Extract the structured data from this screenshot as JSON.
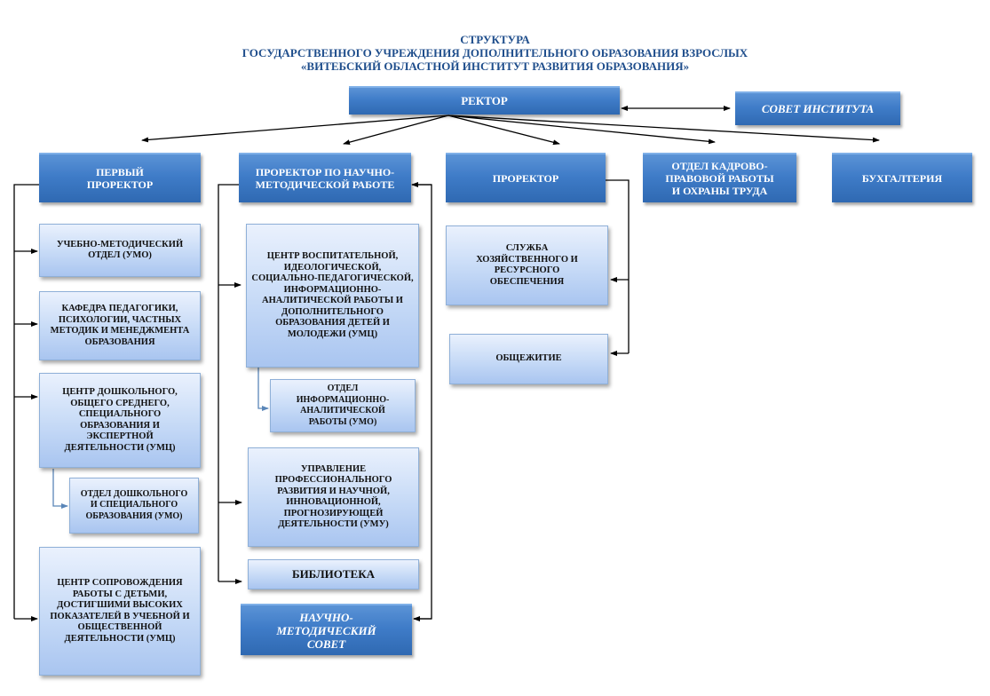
{
  "title": {
    "line1": "СТРУКТУРА",
    "line2": "ГОСУДАРСТВЕННОГО УЧРЕЖДЕНИЯ ДОПОЛНИТЕЛЬНОГО ОБРАЗОВАНИЯ ВЗРОСЛЫХ",
    "line3": "«ВИТЕБСКИЙ ОБЛАСТНОЙ ИНСТИТУТ РАЗВИТИЯ ОБРАЗОВАНИЯ»"
  },
  "colors": {
    "dark_box": "#3f7cc8",
    "light_box": "#c9dcf7",
    "title": "#1f4e8c",
    "sub_connector": "#5a86b8"
  },
  "top": {
    "rector": "РЕКТОР",
    "council": "СОВЕТ ИНСТИТУТА"
  },
  "level1": {
    "first_prorector": "ПЕРВЫЙ ПРОРЕКТОР",
    "prorector_science": "ПРОРЕКТОР ПО НАУЧНО-МЕТОДИЧЕСКОЙ РАБОТЕ",
    "prorector": "ПРОРЕКТОР",
    "hr_dept": "ОТДЕЛ КАДРОВО-ПРАВОВОЙ РАБОТЫ И ОХРАНЫ ТРУДА",
    "accounting": "БУХГАЛТЕРИЯ"
  },
  "col1": {
    "umo": "УЧЕБНО-МЕТОДИЧЕСКИЙ ОТДЕЛ (УМО)",
    "department": "КАФЕДРА ПЕДАГОГИКИ, ПСИХОЛОГИИ, ЧАСТНЫХ МЕТОДИК И МЕНЕДЖМЕНТА ОБРАЗОВАНИЯ",
    "center_preschool": "ЦЕНТР ДОШКОЛЬНОГО, ОБЩЕГО СРЕДНЕГО, СПЕЦИАЛЬНОГО ОБРАЗОВАНИЯ И ЭКСПЕРТНОЙ ДЕЯТЕЛЬНОСТИ (УМЦ)",
    "dept_preschool": "ОТДЕЛ ДОШКОЛЬНОГО И СПЕЦИАЛЬНОГО ОБРАЗОВАНИЯ (УМО)",
    "center_gifted": "ЦЕНТР СОПРОВОЖДЕНИЯ РАБОТЫ С ДЕТЬМИ, ДОСТИГШИМИ ВЫСОКИХ ПОКАЗАТЕЛЕЙ В УЧЕБНОЙ И ОБЩЕСТВЕННОЙ ДЕЯТЕЛЬНОСТИ (УМЦ)"
  },
  "col2": {
    "center_upbringing": "ЦЕНТР ВОСПИТАТЕЛЬНОЙ, ИДЕОЛОГИЧЕСКОЙ, СОЦИАЛЬНО-ПЕДАГОГИЧЕСКОЙ, ИНФОРМАЦИОННО-АНАЛИТИЧЕСКОЙ РАБОТЫ И ДОПОЛНИТЕЛЬНОГО ОБРАЗОВАНИЯ ДЕТЕЙ И МОЛОДЕЖИ (УМЦ)",
    "dept_info": "ОТДЕЛ ИНФОРМАЦИОННО-АНАЛИТИЧЕСКОЙ РАБОТЫ (УМО)",
    "management": "УПРАВЛЕНИЕ ПРОФЕССИОНАЛЬНОГО РАЗВИТИЯ И НАУЧНОЙ, ИННОВАЦИОННОЙ, ПРОГНОЗИРУЮЩЕЙ ДЕЯТЕЛЬНОСТИ (УМУ)",
    "library": "БИБЛИОТЕКА",
    "sci_council": "НАУЧНО-МЕТОДИЧЕСКИЙ СОВЕТ"
  },
  "col3": {
    "service": "СЛУЖБА ХОЗЯЙСТВЕННОГО И РЕСУРСНОГО ОБЕСПЕЧЕНИЯ",
    "dormitory": "ОБЩЕЖИТИЕ"
  }
}
